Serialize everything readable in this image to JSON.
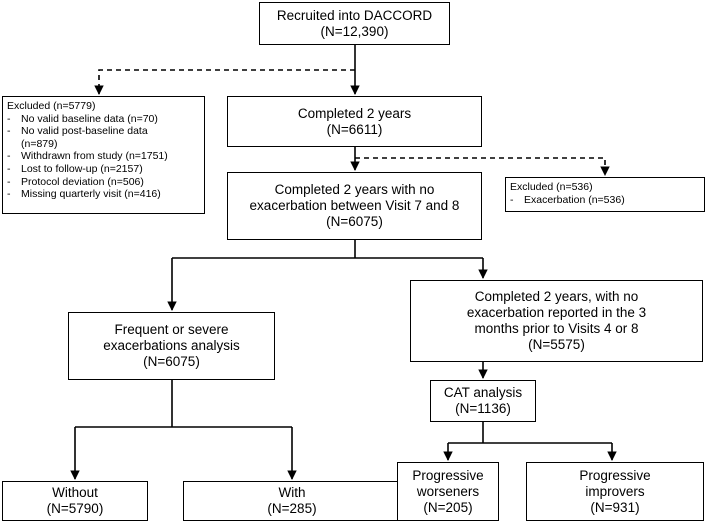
{
  "boxes": {
    "recruited": "Recruited into DACCORD\n(N=12,390)",
    "completed2y": "Completed 2 years\n(N=6611)",
    "noExac78": "Completed 2 years with no\nexacerbation between Visit 7 and 8\n(N=6075)",
    "noExac48": "Completed 2 years, with no\nexacerbation reported in the 3\nmonths prior to Visits 4 or 8\n(N=5575)",
    "frequentSevere": "Frequent or severe\nexacerbations analysis\n(N=6075)",
    "catAnalysis": "CAT analysis\n(N=1136)",
    "without": "Without\n(N=5790)",
    "with": "With\n(N=285)",
    "worseners": "Progressive\nworseners\n(N=205)",
    "improvers": "Progressive\nimprovers\n(N=931)"
  },
  "excluded1": {
    "title": "Excluded (n=5779)",
    "items": [
      "No valid baseline data (n=70)",
      "No valid post-baseline data\n(n=879)",
      "Withdrawn from study (n=1751)",
      "Lost to follow-up (n=2157)",
      "Protocol deviation (n=506)",
      "Missing quarterly visit (n=416)"
    ]
  },
  "excluded2": {
    "title": "Excluded (n=536)",
    "items": [
      "Exacerbation (n=536)"
    ]
  },
  "bullet": "-"
}
